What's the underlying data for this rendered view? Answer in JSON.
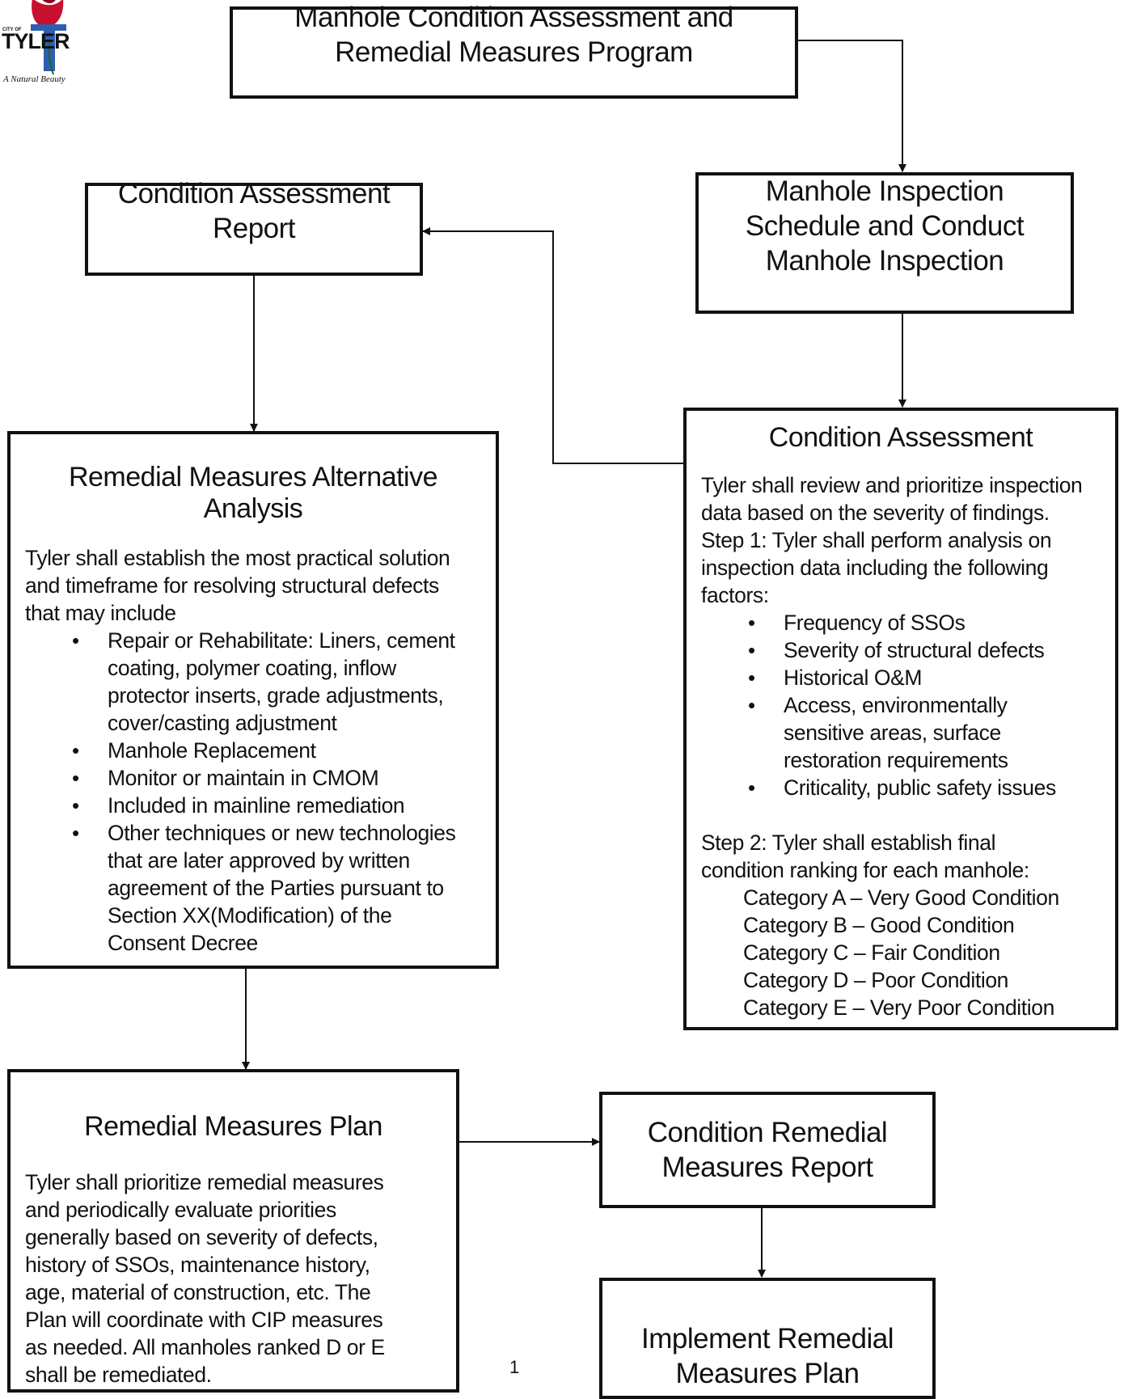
{
  "logo": {
    "city_of": "CITY OF",
    "name": "TYLER",
    "tagline": "A Natural Beauty"
  },
  "boxes": {
    "program": {
      "line1": "Manhole Condition Assessment and",
      "line2": "Remedial Measures Program"
    },
    "inspection": {
      "line1": "Manhole Inspection",
      "line2": "Schedule and Conduct",
      "line3": "Manhole Inspection"
    },
    "report": {
      "line1": "Condition Assessment",
      "line2": "Report"
    },
    "assessment": {
      "heading": "Condition Assessment",
      "intro": "Tyler shall review and prioritize inspection data based on the severity of findings.",
      "step1": "Step 1: Tyler shall perform analysis on inspection data including the following factors:",
      "factors": [
        "Frequency of SSOs",
        "Severity of structural defects",
        "Historical O&M",
        "Access, environmentally sensitive areas, surface restoration requirements",
        "Criticality, public safety issues"
      ],
      "step2": "Step 2: Tyler shall establish final condition ranking for each manhole:",
      "categories": [
        "Category A – Very Good Condition",
        "Category B – Good Condition",
        "Category C – Fair Condition",
        "Category D – Poor Condition",
        "Category E – Very Poor Condition"
      ]
    },
    "alternatives": {
      "heading": "Remedial Measures Alternative Analysis",
      "intro": "Tyler shall establish the most practical solution and timeframe for resolving structural defects that may include",
      "items": [
        "Repair or Rehabilitate: Liners, cement coating, polymer coating, inflow protector inserts, grade adjustments, cover/casting adjustment",
        "Manhole Replacement",
        "Monitor or maintain in CMOM",
        "Included in mainline remediation",
        "Other techniques or new technologies that are later approved by written agreement of the Parties pursuant to Section XX(Modification) of the Consent Decree"
      ]
    },
    "plan": {
      "heading": "Remedial Measures Plan",
      "text": "Tyler shall prioritize remedial measures and periodically evaluate priorities generally based on severity of defects, history of SSOs, maintenance history, age, material of construction, etc. The Plan will coordinate with CIP measures as needed. All manholes ranked D or E shall be remediated."
    },
    "remedial_report": {
      "line1": "Condition Remedial",
      "line2": "Measures Report"
    },
    "implement": {
      "line1": "Implement Remedial",
      "line2": "Measures Plan"
    }
  },
  "page_number": "1"
}
